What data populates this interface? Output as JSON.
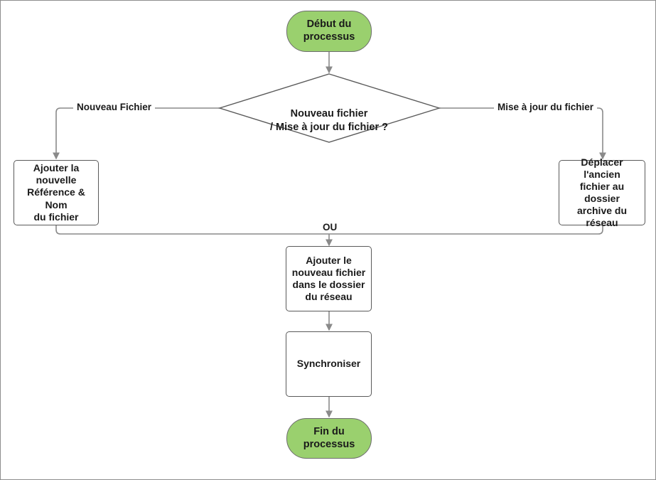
{
  "diagram": {
    "type": "flowchart",
    "language": "fr",
    "background_color": "#ffffff",
    "frame_border_color": "#8d8d8d",
    "accent_color": "#9ad06e",
    "line_color": "#8a8a8a",
    "shape_border_color": "#5a5a5a",
    "nodes": {
      "start": {
        "label": "Début du\nprocessus",
        "shape": "terminal",
        "fill": "#9ad06e"
      },
      "decision": {
        "label": "Nouveau fichier\n/ Mise à jour du fichier ?",
        "shape": "diamond",
        "fill": "#ffffff"
      },
      "add_reference": {
        "label": "Ajouter la\nnouvelle\nRéférence & Nom\ndu fichier",
        "shape": "process",
        "fill": "#ffffff"
      },
      "move_old_file": {
        "label": "Déplacer l'ancien\nfichier au dossier\narchive du\nréseau",
        "shape": "process",
        "fill": "#ffffff"
      },
      "add_new_file": {
        "label": "Ajouter le\nnouveau fichier\ndans le dossier\ndu réseau",
        "shape": "process",
        "fill": "#ffffff"
      },
      "synchronize": {
        "label": "Synchroniser",
        "shape": "process",
        "fill": "#ffffff"
      },
      "end": {
        "label": "Fin du processus",
        "shape": "terminal",
        "fill": "#9ad06e"
      }
    },
    "edge_labels": {
      "new_file": "Nouveau Fichier",
      "update_file": "Mise à jour du fichier",
      "merge_or": "OU"
    },
    "edges": [
      {
        "from": "start",
        "to": "decision",
        "label": ""
      },
      {
        "from": "decision",
        "to": "add_reference",
        "label": "Nouveau Fichier"
      },
      {
        "from": "decision",
        "to": "move_old_file",
        "label": "Mise à jour du fichier"
      },
      {
        "from": "add_reference",
        "to": "add_new_file",
        "label": "OU"
      },
      {
        "from": "move_old_file",
        "to": "add_new_file",
        "label": "OU"
      },
      {
        "from": "add_new_file",
        "to": "synchronize",
        "label": ""
      },
      {
        "from": "synchronize",
        "to": "end",
        "label": ""
      }
    ]
  }
}
